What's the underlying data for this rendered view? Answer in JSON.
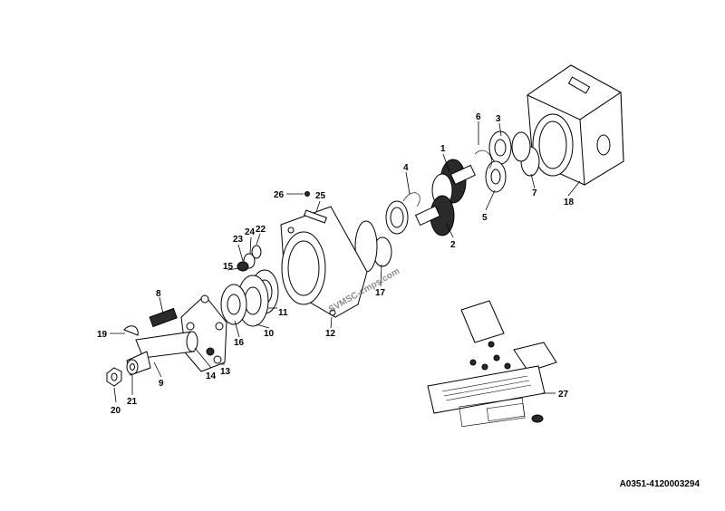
{
  "diagram": {
    "drawing_id": "A0351-4120003294",
    "watermark": "SVMSC-cmps.com",
    "callouts": [
      "1",
      "2",
      "3",
      "4",
      "5",
      "6",
      "7",
      "8",
      "9",
      "10",
      "11",
      "12",
      "13",
      "14",
      "15",
      "16",
      "17",
      "18",
      "19",
      "20",
      "21",
      "22",
      "23",
      "24",
      "25",
      "26",
      "27"
    ]
  }
}
